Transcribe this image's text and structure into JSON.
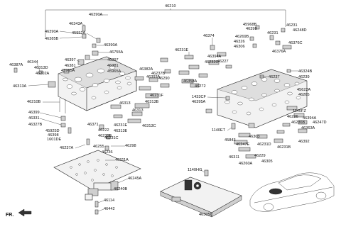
{
  "main_assembly_number": "46210",
  "direction_marker": {
    "label": "FR.",
    "icon": "forward-arrow-icon"
  },
  "callouts": {
    "c46390A_1": "46390A",
    "c46343A": "46343A",
    "c46390A_2": "46390A",
    "c46385B": "46385B",
    "c45952A": "45952A",
    "c46390A_3": "46390A",
    "c46755A": "46755A",
    "c46397_1": "46397",
    "c46397_2": "46397",
    "c46381_1": "46381",
    "c46381_2": "46381",
    "c45965A_1": "45965A",
    "c45965A_2": "45965A",
    "c46387A": "46387A",
    "c46344": "46344",
    "c46313D": "46313D",
    "c46202A": "46202A",
    "c46313A": "46313A",
    "c46382A": "46382A",
    "c46237B": "46237B",
    "c46393A": "46393A",
    "c46290": "46290",
    "c46231F": "46231F",
    "c46313_1": "46313",
    "c46313B": "46313B",
    "c46313_2": "46313",
    "c46313C": "46313C",
    "c46210B": "46210B",
    "c46399": "46399",
    "c46331": "46331",
    "c46327B": "46327B",
    "c45925D": "45925D",
    "c46398": "46398",
    "c1601DE": "1601DE",
    "c46237A": "46237A",
    "c46371": "46371",
    "c46222": "46222",
    "c46231E_1": "46231E",
    "c46313E": "46313E",
    "c46231C": "46231C",
    "c46231B_1": "46231B",
    "c46255": "46255",
    "c46298": "46298",
    "c46236": "46236",
    "c46211A": "46211A",
    "c46245A": "46245A",
    "c46240B": "46240B",
    "c46114": "46114",
    "c46442": "46442",
    "c46374": "46374",
    "c45968B": "45968B",
    "c46398_2": "46398",
    "c46269B": "46269B",
    "c46326": "46326",
    "c46306": "46306",
    "c46231": "46231",
    "c46231_2": "46231",
    "c46248D": "46248D",
    "c46376C": "46376C",
    "c46231E_2": "46231E",
    "c46394A_1": "46394A",
    "c46232C": "46232C",
    "c46227": "46227",
    "c46376A": "46376A",
    "c46358A": "46358A",
    "c46272": "46272",
    "c46237": "46237",
    "c46324B": "46324B",
    "c46239": "46239",
    "c1433CF": "1433CF",
    "c46395A": "46395A",
    "c45622A": "45622A",
    "c46265": "46265",
    "c1140FZ": "1140FZ",
    "c46226": "46226",
    "c46394A_2": "46394A",
    "c46236B": "46236B",
    "c46247D": "46247D",
    "c46363A": "46363A",
    "c1140ET": "1140ET",
    "c45843": "45843",
    "c46303": "46303",
    "c46247E": "46247E",
    "c46231D": "46231D",
    "c46392": "46392",
    "c46231B_2": "46231B",
    "c46311": "46311",
    "c46229": "46229",
    "c46260A": "46260A",
    "c46305": "46305",
    "c1140HG": "1140HG",
    "c46305C": "46305C"
  }
}
